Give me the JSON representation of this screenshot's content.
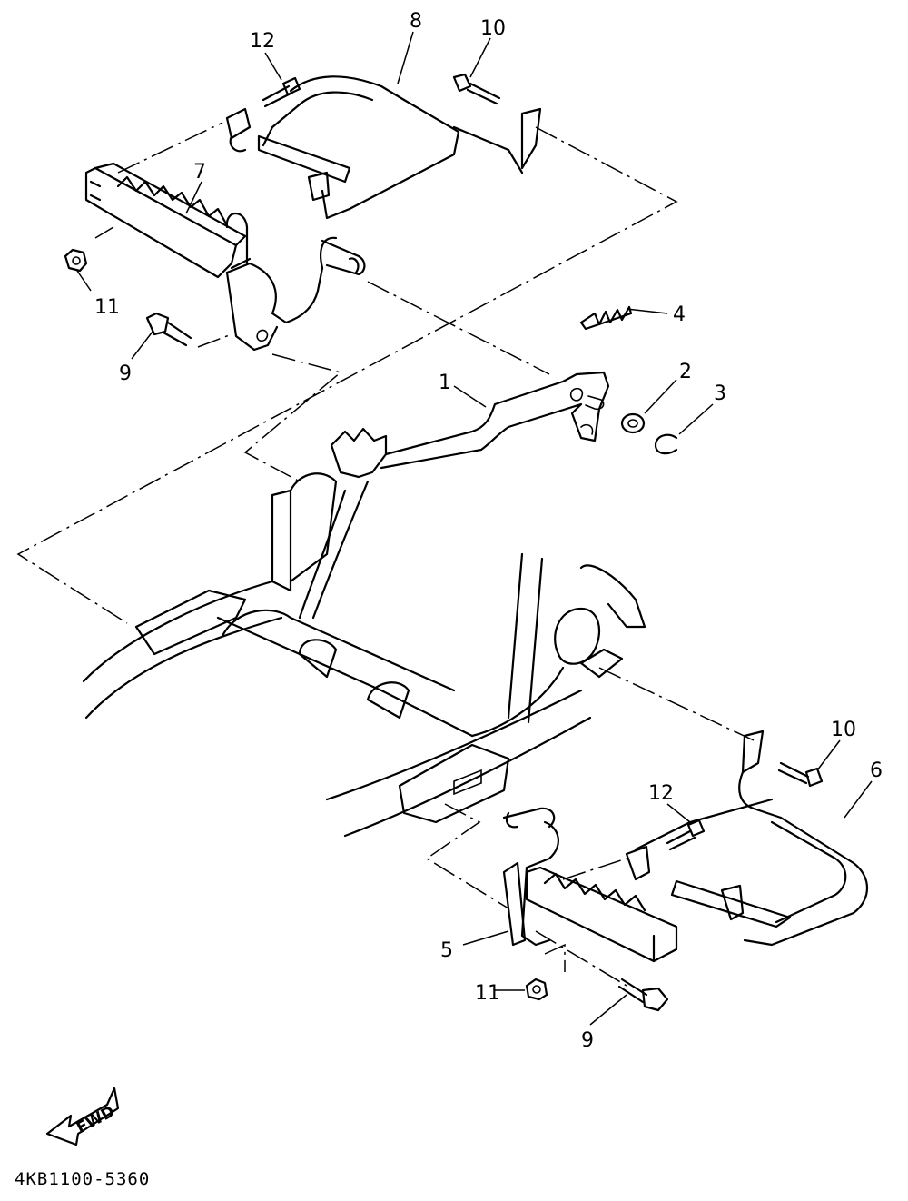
{
  "callouts": {
    "c1": "1",
    "c2": "2",
    "c3": "3",
    "c4": "4",
    "c5": "5",
    "c6": "6",
    "c7": "7",
    "c8": "8",
    "c9_top": "9",
    "c9_bottom": "9",
    "c10_top": "10",
    "c10_bottom": "10",
    "c11_top": "11",
    "c11_bottom": "11",
    "c12_top": "12",
    "c12_bottom": "12"
  },
  "direction_arrow": {
    "label": "FWD"
  },
  "diagram_code": "4KB1100-5360"
}
